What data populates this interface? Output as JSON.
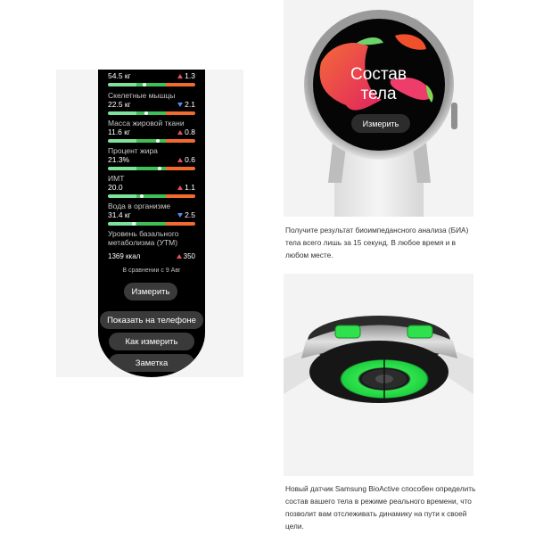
{
  "left_panel": {
    "metrics": [
      {
        "label": "",
        "value": "54.5 кг",
        "delta": "1.3",
        "direction": "up",
        "dot_pct": 40
      },
      {
        "label": "Скелетные мышцы",
        "value": "22.5 кг",
        "delta": "2.1",
        "direction": "down",
        "dot_pct": 42
      },
      {
        "label": "Масса жировой ткани",
        "value": "11.6 кг",
        "delta": "0.8",
        "direction": "up",
        "dot_pct": 55
      },
      {
        "label": "Процент жира",
        "value": "21.3%",
        "delta": "0.6",
        "direction": "up",
        "dot_pct": 57
      },
      {
        "label": "ИМТ",
        "value": "20.0",
        "delta": "1.1",
        "direction": "up",
        "dot_pct": 37
      },
      {
        "label": "Вода в организме",
        "value": "31.4 кг",
        "delta": "2.5",
        "direction": "down",
        "dot_pct": 28
      },
      {
        "label": "Уровень базального метаболизма (УТМ)",
        "value": "1369 ккал",
        "delta": "350",
        "direction": "up"
      }
    ],
    "compare_text": "В сравнении с 9 Авг",
    "buttons": {
      "measure": "Измерить",
      "show_on_phone": "Показать на телефоне",
      "how_to_measure": "Как измерить",
      "note": "Заметка"
    }
  },
  "right_top": {
    "watch_title_line1": "Состав",
    "watch_title_line2": "тела",
    "watch_button": "Измерить",
    "caption": "Получите результат биоимпедансного анализа (БИА) тела всего лишь за 15 секунд. В любое время и в любом месте."
  },
  "right_bottom": {
    "caption": "Новый датчик Samsung BioActive способен определить состав вашего тела в режиме реального времени, что позволит вам отслеживать динамику на пути к своей цели."
  },
  "colors": {
    "bar_light_green": "#7ee39a",
    "bar_green": "#3fbf55",
    "bar_orange": "#f26a2e",
    "up_arrow": "#e8505b",
    "down_arrow": "#4d8fe8",
    "sensor_green": "#27e04a"
  }
}
